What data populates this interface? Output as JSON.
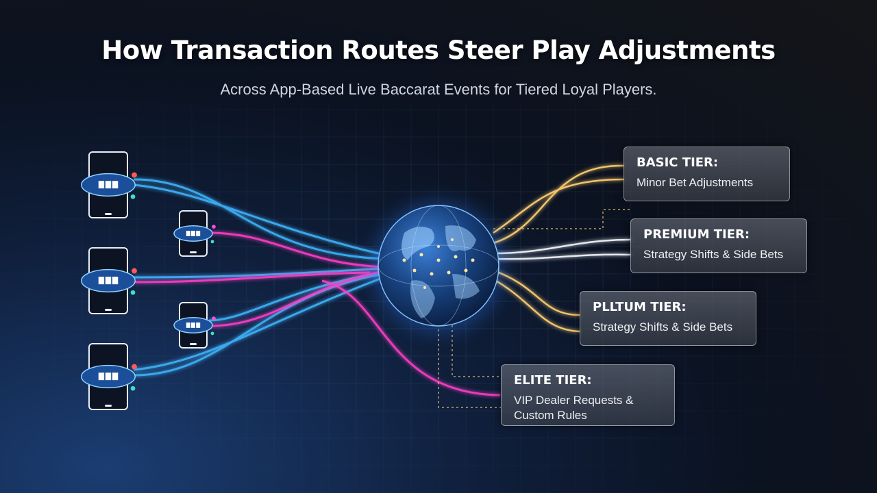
{
  "title": "How Transaction Routes Steer Play Adjustments",
  "subtitle": "Across App-Based Live Baccarat Events for Tiered Loyal Players.",
  "tiers": [
    {
      "title": "BASIC TIER:",
      "desc": "Minor Bet Adjustments",
      "color": "#e8c27a"
    },
    {
      "title": "PREMIUM TIER:",
      "desc": "Strategy Shifts & Side Bets",
      "color": "#d8dce2"
    },
    {
      "title": "PLLTUM TIER:",
      "desc": "Strategy Shifts & Side Bets",
      "color": "#e8c27a"
    },
    {
      "title": "ELITE TIER:",
      "desc": "VIP Dealer Requests & Custom Rules",
      "color": "#ff4fd1"
    }
  ],
  "devices": [
    {
      "kind": "phone",
      "icon": "smartphone-icon"
    },
    {
      "kind": "phone-small",
      "icon": "smartphone-icon"
    },
    {
      "kind": "phone",
      "icon": "smartphone-icon"
    },
    {
      "kind": "phone-small",
      "icon": "smartphone-icon"
    },
    {
      "kind": "phone",
      "icon": "smartphone-icon"
    }
  ],
  "route_colors": {
    "blue": "#3fb6ff",
    "magenta": "#ff3fc8",
    "gold": "#f2c46b",
    "silver": "#e6e9ee"
  },
  "globe_icon": "globe-icon"
}
